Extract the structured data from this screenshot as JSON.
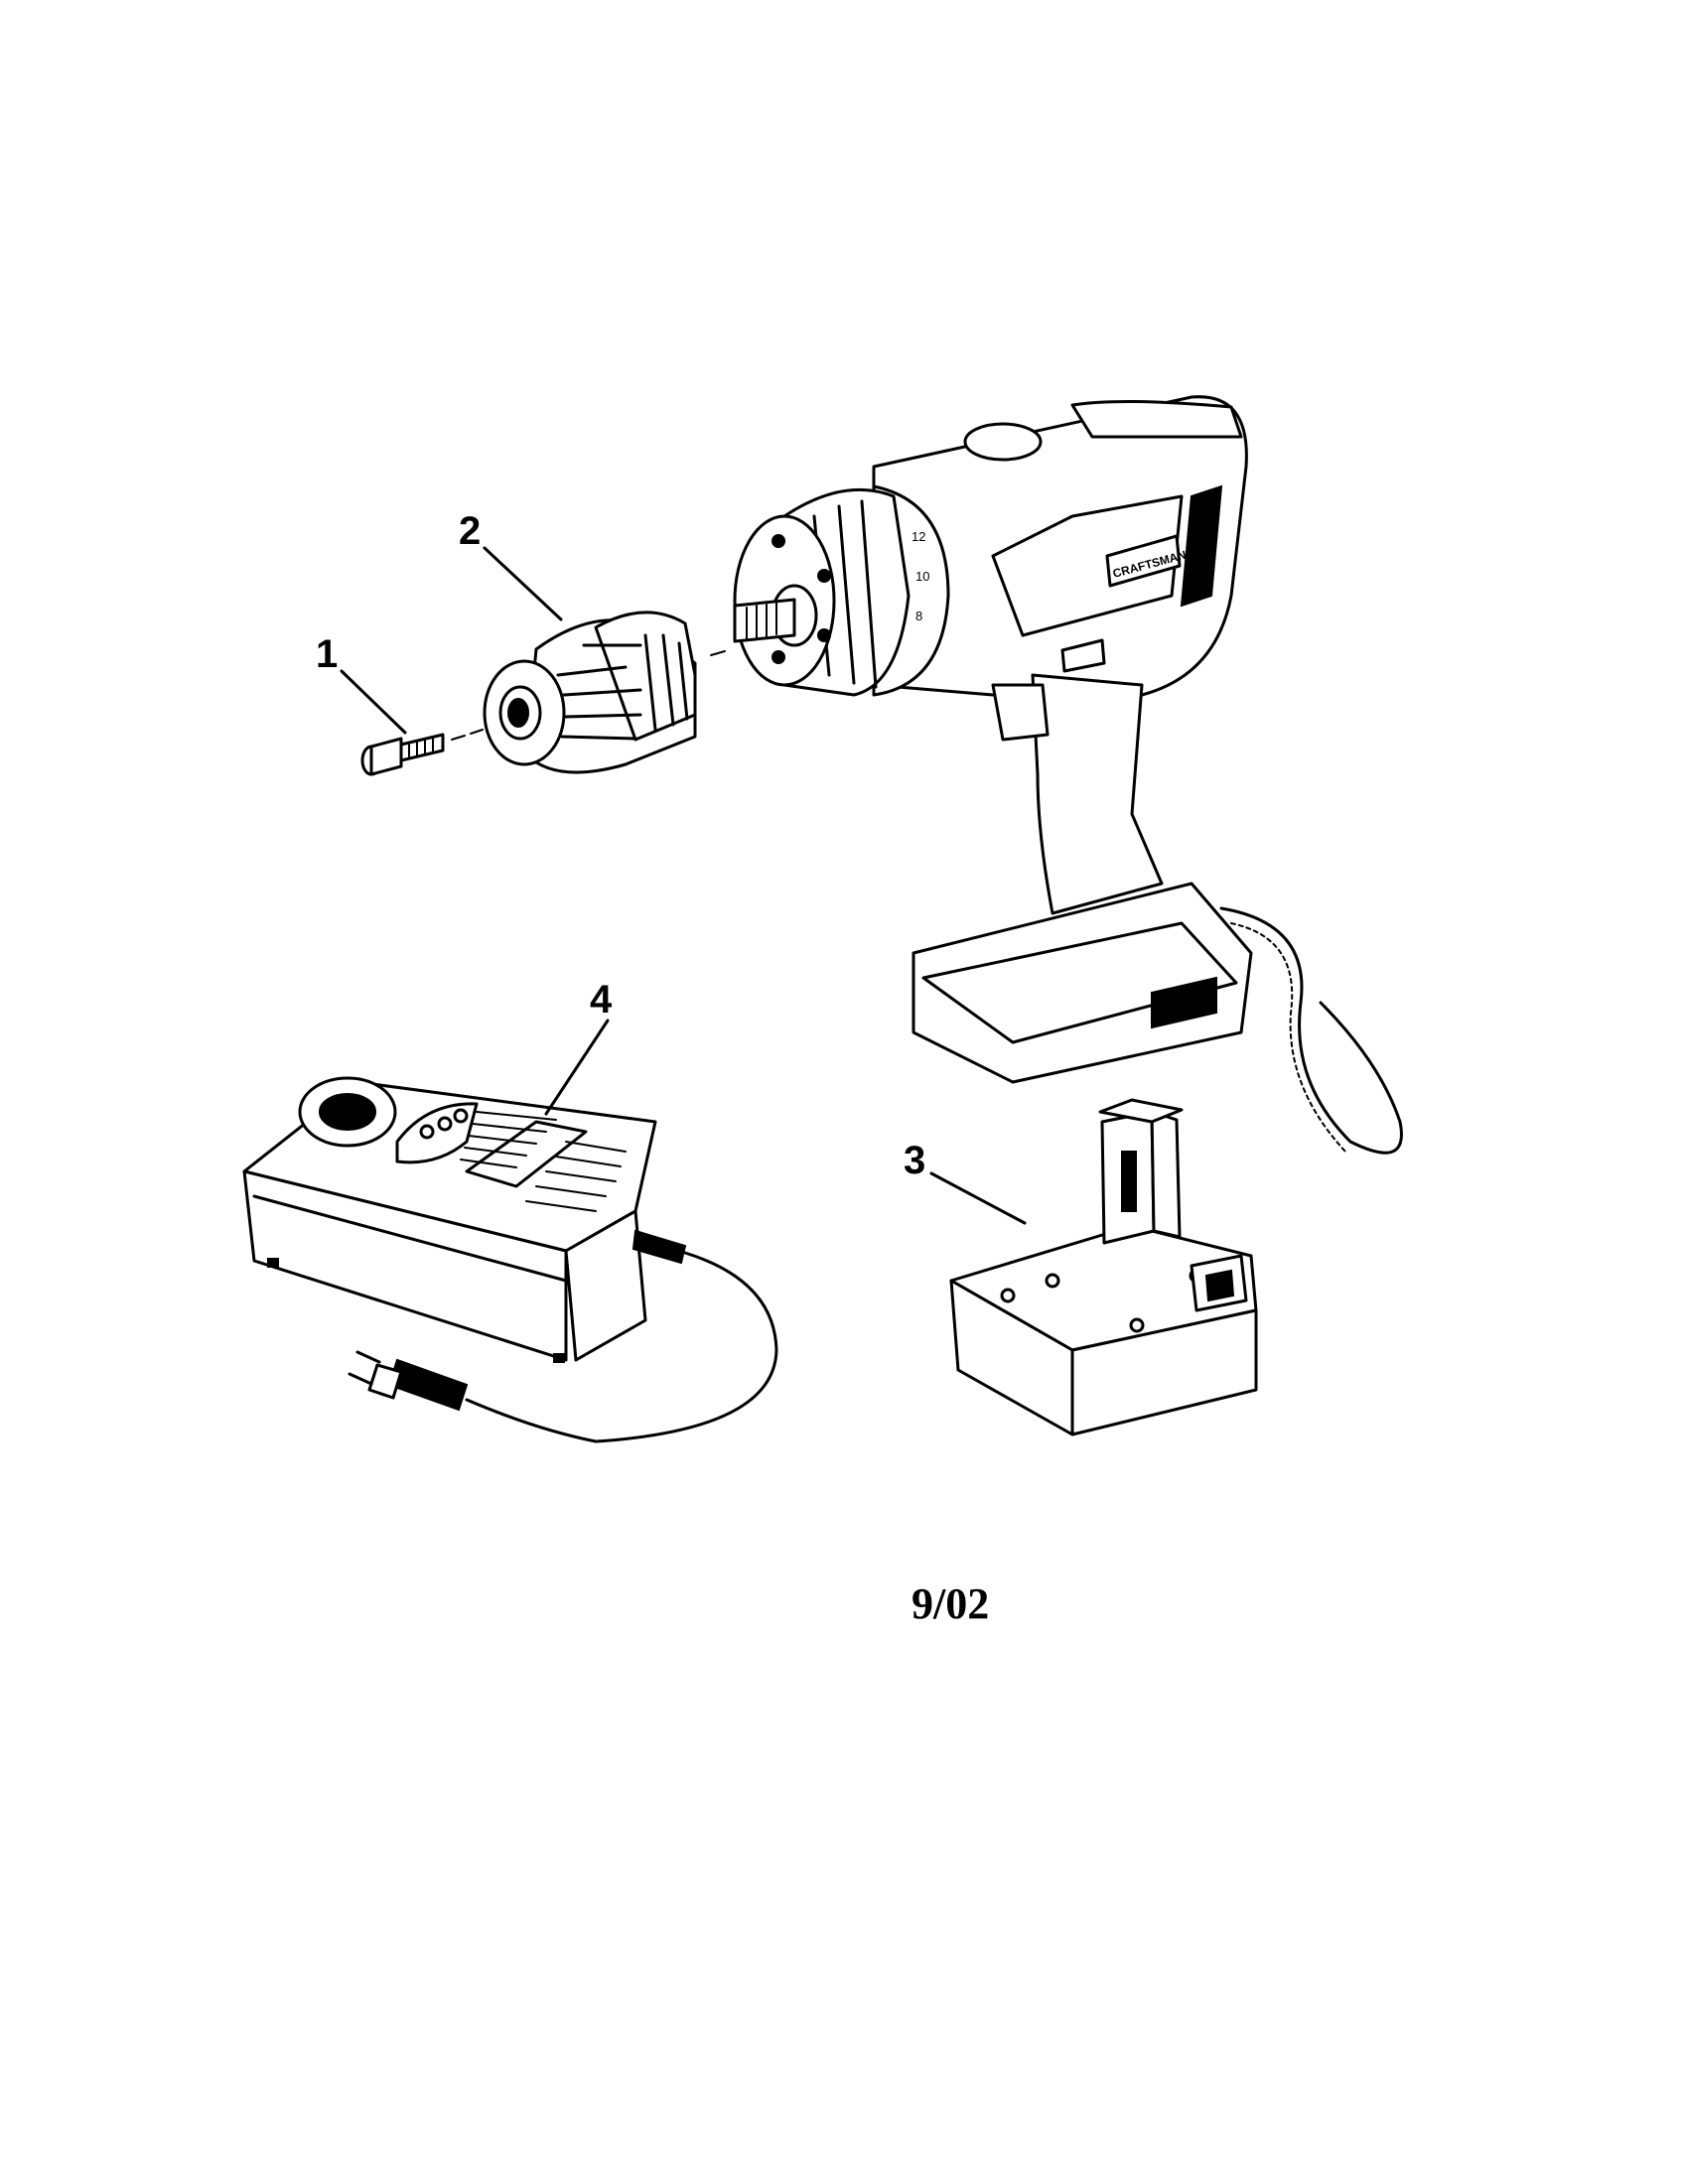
{
  "parts": [
    {
      "callout": "1",
      "part": "screw-icon"
    },
    {
      "callout": "2",
      "part": "chuck-icon"
    },
    {
      "callout": "3",
      "part": "battery-pack-icon"
    },
    {
      "callout": "4",
      "part": "charger-icon"
    }
  ],
  "drill": {
    "brand_label": "CRAFTSMAN",
    "clutch_numbers": [
      "12",
      "10",
      "8"
    ],
    "icon": "cordless-drill-icon"
  },
  "revision_date": "9/02"
}
